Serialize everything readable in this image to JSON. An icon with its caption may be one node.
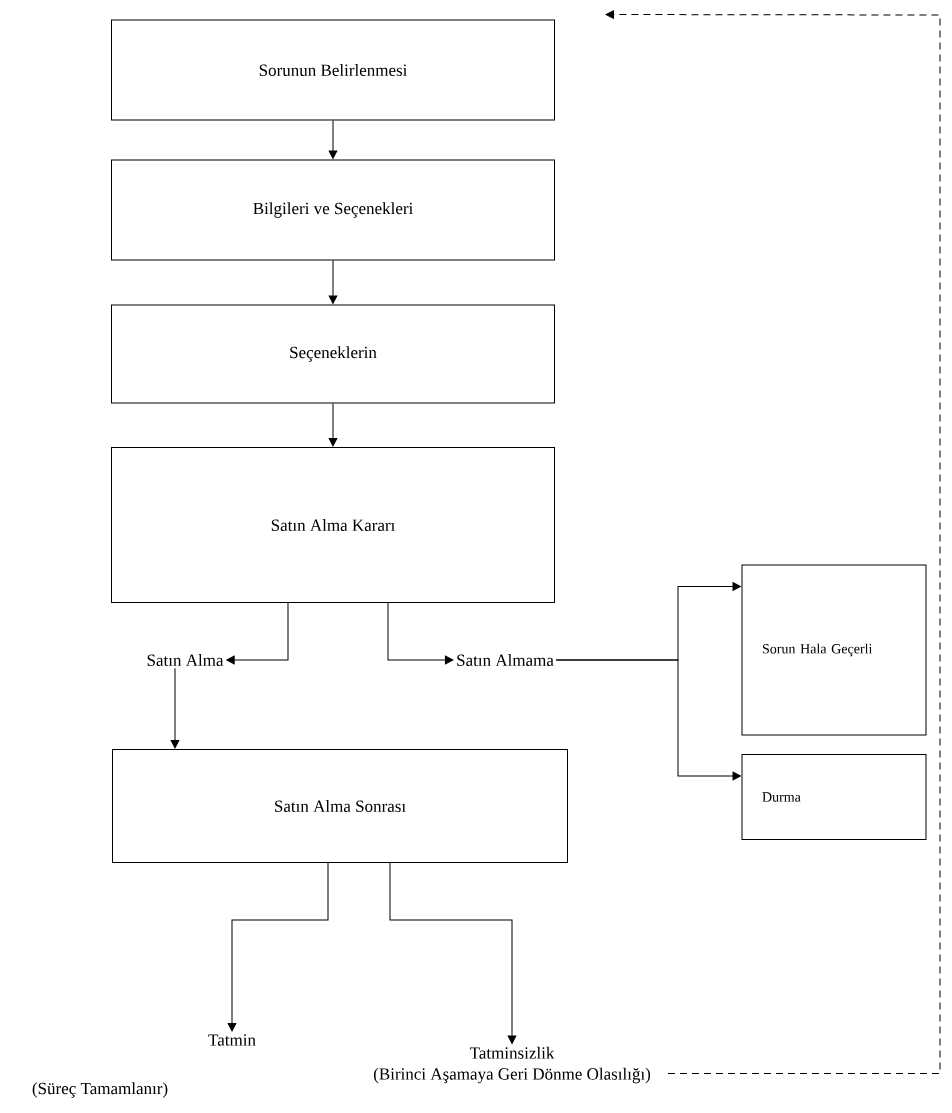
{
  "diagram": {
    "nodes": [
      {
        "text": [
          "Sorunun Belirlenmesi"
        ]
      },
      {
        "text": [
          "Bilgileri ve Seçenekleri"
        ]
      },
      {
        "text": [
          "Seçeneklerin"
        ]
      },
      {
        "text": [
          "Satın Alma Kararı"
        ]
      },
      {
        "text": [
          "Satın Alma"
        ]
      },
      {
        "text": [
          "Satın Alma Sonrası"
        ]
      },
      {
        "text": [
          "Tatmin"
        ],
        "beside": [
          "(Süreç Tamamlanır)"
        ]
      },
      {
        "text": [
          "Tatminsizlik",
          "(Birinci Aşamaya Geri Dönme Olasılığı)"
        ]
      },
      {
        "text": [
          "Satın Almama"
        ]
      },
      {
        "text": [
          "Sorun Hala Geçerli"
        ]
      },
      {
        "text": [
          "Durma"
        ]
      }
    ],
    "edges": [
      {
        "from": 0,
        "to": 1,
        "arrow": "to"
      },
      {
        "from": 1,
        "to": 2,
        "arrow": "to"
      },
      {
        "from": 2,
        "to": 3,
        "arrow": "to"
      },
      {
        "from": 3,
        "to": 4,
        "arrow": "to"
      },
      {
        "from": 3,
        "to": 8,
        "arrow": "to"
      },
      {
        "from": 4,
        "to": 5,
        "arrow": "to"
      },
      {
        "from": 5,
        "to": 6,
        "arrow": "to"
      },
      {
        "from": 5,
        "to": 7,
        "arrow": "to"
      },
      {
        "from": 8,
        "to": 9,
        "arrow": "to"
      },
      {
        "from": 8,
        "to": 10,
        "arrow": "to"
      },
      {
        "from": 7,
        "to": 0,
        "arrow": "to",
        "style": "dashed"
      }
    ]
  }
}
